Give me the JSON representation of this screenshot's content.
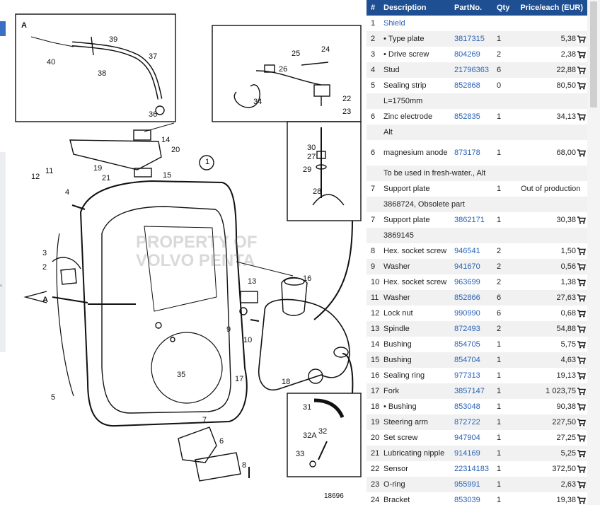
{
  "diagram": {
    "watermark": "PROPERTY OF VOLVO PENTA",
    "figure_number": "18696",
    "callouts": [
      "A",
      "40",
      "39",
      "37",
      "38",
      "36",
      "25",
      "24",
      "26",
      "34",
      "22",
      "23",
      "14",
      "20",
      "19",
      "21",
      "15",
      "1",
      "12",
      "11",
      "4",
      "30",
      "27",
      "29",
      "28",
      "3",
      "2",
      "16",
      "13",
      "A",
      "9",
      "10",
      "35",
      "17",
      "18",
      "5",
      "7",
      "6",
      "8",
      "31",
      "32A",
      "32",
      "33"
    ]
  },
  "table": {
    "headers": {
      "num": "#",
      "description": "Description",
      "part_no": "PartNo.",
      "qty": "Qty",
      "price": "Price/each (EUR)"
    },
    "rows": [
      {
        "num": "1",
        "description": "Shield",
        "part_no": "",
        "qty": "",
        "price": "",
        "cart": false,
        "link": true
      },
      {
        "num": "2",
        "description": "• Type plate",
        "part_no": "3817315",
        "qty": "1",
        "price": "5,38",
        "cart": true
      },
      {
        "num": "3",
        "description": "• Drive screw",
        "part_no": "804269",
        "qty": "2",
        "price": "2,38",
        "cart": true
      },
      {
        "num": "4",
        "description": "Stud",
        "part_no": "21796363",
        "qty": "6",
        "price": "22,88",
        "cart": true
      },
      {
        "num": "5",
        "description": "Sealing strip",
        "part_no": "852868",
        "qty": "0",
        "price": "80,50",
        "cart": true
      },
      {
        "num": "",
        "description": "L=1750mm",
        "part_no": "",
        "qty": "",
        "price": "",
        "cart": false
      },
      {
        "num": "6",
        "description": "Zinc electrode",
        "part_no": "852835",
        "qty": "1",
        "price": "34,13",
        "cart": true
      },
      {
        "num": "",
        "description": "Alt",
        "part_no": "",
        "qty": "",
        "price": "",
        "cart": false
      },
      {
        "num": "6",
        "description": "magnesium anode",
        "part_no": "873178",
        "qty": "1",
        "price": "68,00",
        "cart": true,
        "tall": true
      },
      {
        "num": "",
        "description": "To be used in fresh-water., Alt",
        "part_no": "",
        "qty": "",
        "price": "",
        "cart": false
      },
      {
        "num": "7",
        "description": "Support plate",
        "part_no": "",
        "qty": "1",
        "price": "Out of production",
        "cart": false
      },
      {
        "num": "",
        "description": "3868724, Obsolete part",
        "part_no": "",
        "qty": "",
        "price": "",
        "cart": false
      },
      {
        "num": "7",
        "description": "Support plate",
        "part_no": "3862171",
        "qty": "1",
        "price": "30,38",
        "cart": true
      },
      {
        "num": "",
        "description": "3869145",
        "part_no": "",
        "qty": "",
        "price": "",
        "cart": false
      },
      {
        "num": "8",
        "description": "Hex. socket screw",
        "part_no": "946541",
        "qty": "2",
        "price": "1,50",
        "cart": true
      },
      {
        "num": "9",
        "description": "Washer",
        "part_no": "941670",
        "qty": "2",
        "price": "0,56",
        "cart": true
      },
      {
        "num": "10",
        "description": "Hex. socket screw",
        "part_no": "963699",
        "qty": "2",
        "price": "1,38",
        "cart": true
      },
      {
        "num": "11",
        "description": "Washer",
        "part_no": "852866",
        "qty": "6",
        "price": "27,63",
        "cart": true
      },
      {
        "num": "12",
        "description": "Lock nut",
        "part_no": "990990",
        "qty": "6",
        "price": "0,68",
        "cart": true
      },
      {
        "num": "13",
        "description": "Spindle",
        "part_no": "872493",
        "qty": "2",
        "price": "54,88",
        "cart": true
      },
      {
        "num": "14",
        "description": "Bushing",
        "part_no": "854705",
        "qty": "1",
        "price": "5,75",
        "cart": true
      },
      {
        "num": "15",
        "description": "Bushing",
        "part_no": "854704",
        "qty": "1",
        "price": "4,63",
        "cart": true
      },
      {
        "num": "16",
        "description": "Sealing ring",
        "part_no": "977313",
        "qty": "1",
        "price": "19,13",
        "cart": true
      },
      {
        "num": "17",
        "description": "Fork",
        "part_no": "3857147",
        "qty": "1",
        "price": "1 023,75",
        "cart": true
      },
      {
        "num": "18",
        "description": "• Bushing",
        "part_no": "853048",
        "qty": "1",
        "price": "90,38",
        "cart": true
      },
      {
        "num": "19",
        "description": "Steering arm",
        "part_no": "872722",
        "qty": "1",
        "price": "227,50",
        "cart": true
      },
      {
        "num": "20",
        "description": "Set screw",
        "part_no": "947904",
        "qty": "1",
        "price": "27,25",
        "cart": true
      },
      {
        "num": "21",
        "description": "Lubricating nipple",
        "part_no": "914169",
        "qty": "1",
        "price": "5,25",
        "cart": true
      },
      {
        "num": "22",
        "description": "Sensor",
        "part_no": "22314183",
        "qty": "1",
        "price": "372,50",
        "cart": true
      },
      {
        "num": "23",
        "description": "O-ring",
        "part_no": "955991",
        "qty": "1",
        "price": "2,63",
        "cart": true
      },
      {
        "num": "24",
        "description": "Bracket",
        "part_no": "853039",
        "qty": "1",
        "price": "19,38",
        "cart": true
      }
    ]
  },
  "colors": {
    "header_bg": "#1f4f93",
    "link": "#2a63b8",
    "stripe": "#f1f1f1",
    "accent": "#3a6fc4"
  }
}
